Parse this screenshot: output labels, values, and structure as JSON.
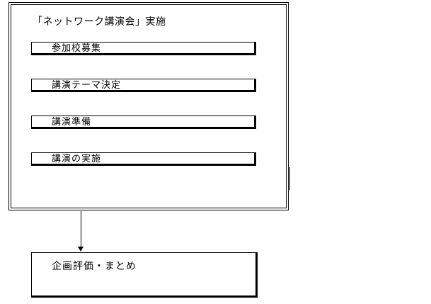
{
  "flow": {
    "title": "「ネットワーク講演会」実施",
    "steps": [
      {
        "label": "参加校募集"
      },
      {
        "label": "講演テーマ決定"
      },
      {
        "label": "講演準備"
      },
      {
        "label": "講演の実施"
      }
    ],
    "final": {
      "label": "企画評価・まとめ"
    }
  },
  "colors": {
    "line": "#000000",
    "background": "#ffffff"
  }
}
